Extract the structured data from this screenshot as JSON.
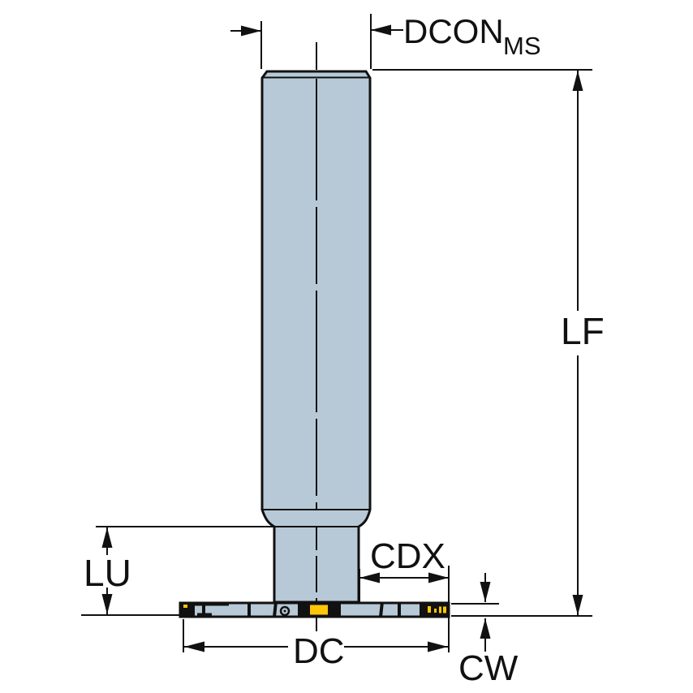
{
  "figure": {
    "type": "technical-dimension-drawing",
    "subject": "disc-slot-milling-cutter-side-view",
    "labels": {
      "dcon": "DCON",
      "dcon_sub": "MS",
      "lf": "LF",
      "lu": "LU",
      "cdx": "CDX",
      "dc": "DC",
      "cw": "CW"
    },
    "colors": {
      "body_fill": "#b7c9d7",
      "outline": "#111111",
      "insert": "#fdc608",
      "background": "#ffffff"
    }
  }
}
